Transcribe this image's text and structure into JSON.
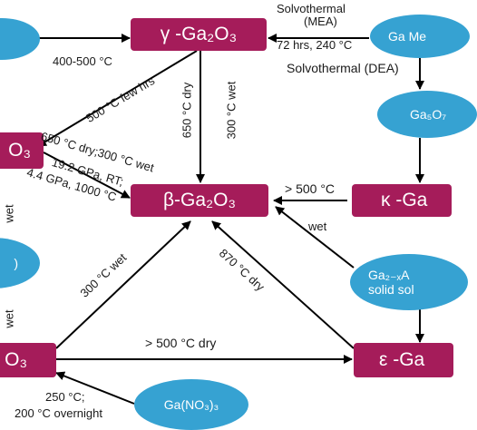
{
  "nodes": {
    "gamma": "γ -Ga₂O₃",
    "beta": "β-Ga₂O₃",
    "kappa": "κ -Ga",
    "epsilon": "ε -Ga",
    "left_top": "O₃",
    "left_bottom": "O₃",
    "ga_metal": "Ga Me",
    "ga5o7": "Ga₅O₇",
    "ga2xa_line1": "Ga₂₋ₓA",
    "ga2xa_line2": "solid sol",
    "gano3": "Ga(NO₃)₃",
    "left_mid": ")"
  },
  "labels": {
    "solvothermal_mea_1": "Solvothermal",
    "solvothermal_mea_2": "(MEA)",
    "mea_conditions": "72 hrs, 240 °C",
    "solvothermal_dea": "Solvothermal (DEA)",
    "t400_500": "400-500 °C",
    "few_hrs": "500 °C few hrs",
    "dry650": "650 °C dry",
    "wet300": "300 °C wet",
    "dry_wet_mix": "650 °C dry;300 °C wet",
    "gpa_1": "19.2 GPa, RT;",
    "gpa_2": "4.4 GPa, 1000 °C",
    "gt500": "> 500 °C",
    "wet_kappa": "wet",
    "wet300_diag": "300 °C wet",
    "dry870": "870 °C dry",
    "gt500_dry": "> 500 °C dry",
    "t250_1": "250 °C;",
    "t250_2": "200 °C overnight",
    "wet_left_1": "wet",
    "wet_left_2": "wet"
  },
  "colors": {
    "phase_box": "#a51c5a",
    "precursor_ellipse": "#36a2d2",
    "arrow": "#000000"
  }
}
